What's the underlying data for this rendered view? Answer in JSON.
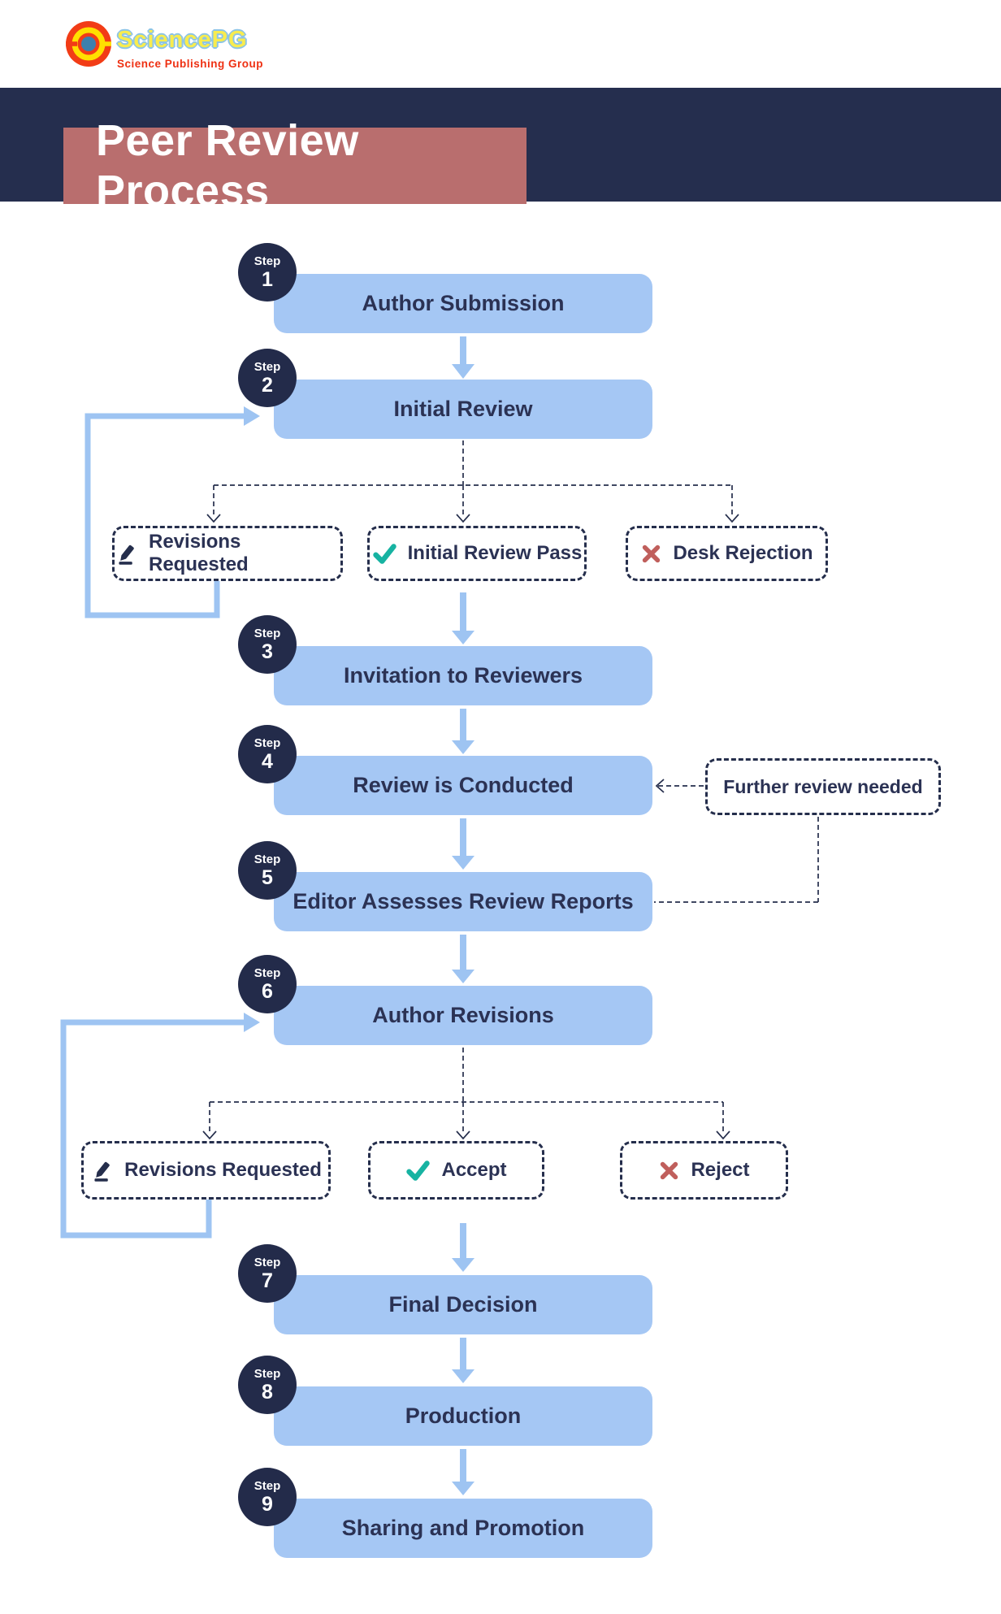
{
  "logo": {
    "name": "SciencePG",
    "tagline": "Science Publishing Group"
  },
  "title": "Peer Review Process",
  "step_label": "Step",
  "steps": [
    {
      "num": "1",
      "label": "Author Submission"
    },
    {
      "num": "2",
      "label": "Initial Review"
    },
    {
      "num": "3",
      "label": "Invitation to Reviewers"
    },
    {
      "num": "4",
      "label": "Review is Conducted"
    },
    {
      "num": "5",
      "label": "Editor Assesses Review Reports"
    },
    {
      "num": "6",
      "label": "Author Revisions"
    },
    {
      "num": "7",
      "label": "Final Decision"
    },
    {
      "num": "8",
      "label": "Production"
    },
    {
      "num": "9",
      "label": "Sharing and Promotion"
    }
  ],
  "decisions": {
    "initial_review": [
      {
        "icon": "pencil-icon",
        "label": "Revisions Requested"
      },
      {
        "icon": "check-icon",
        "label": "Initial Review Pass"
      },
      {
        "icon": "x-icon",
        "label": "Desk Rejection"
      }
    ],
    "author_revisions": [
      {
        "icon": "pencil-icon",
        "label": "Revisions Requested"
      },
      {
        "icon": "check-icon",
        "label": "Accept"
      },
      {
        "icon": "x-icon",
        "label": "Reject"
      }
    ]
  },
  "note": {
    "label": "Further review needed"
  },
  "colors": {
    "navy": "#252e4e",
    "banner_rose": "#b96e6e",
    "box_blue": "#a5c7f4",
    "arrow_blue": "#9ec4f2",
    "check_teal": "#17b3a2",
    "reject_red": "#c05f5c",
    "logo_red": "#f23c16",
    "logo_yellow": "#ffdf00",
    "logo_blue": "#3c80ad"
  }
}
